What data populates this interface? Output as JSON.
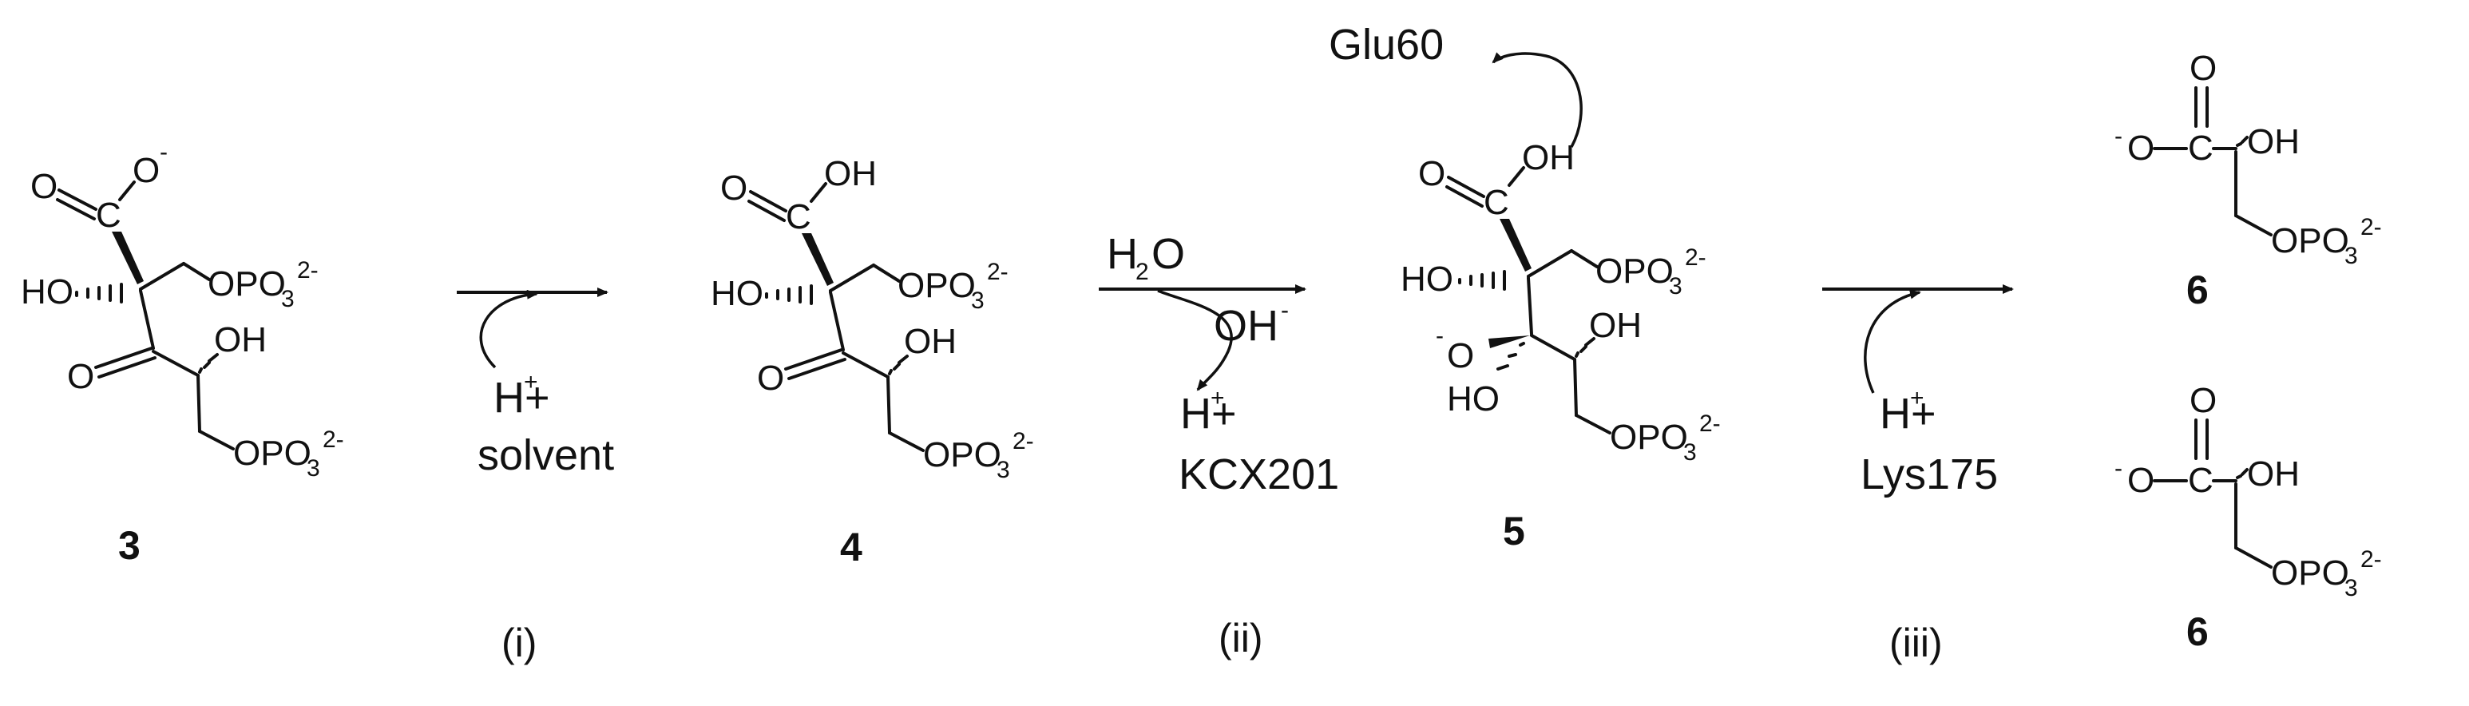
{
  "compound_labels": [
    "3",
    "4",
    "5",
    "6",
    "6"
  ],
  "steps": [
    {
      "label": "(i)",
      "reagents": [
        "H+",
        "solvent"
      ]
    },
    {
      "label": "(ii)",
      "reagents": [
        "H2O",
        "OH-",
        "H+",
        "KCX201"
      ]
    },
    {
      "label": "(iii)",
      "reagents": [
        "H+",
        "Lys175"
      ]
    }
  ],
  "residue_top": "Glu60",
  "atoms": {
    "O": "O",
    "C": "C",
    "OH": "OH",
    "HO": "HO",
    "OPO3": "OPO",
    "sub3": "3",
    "charge2m": "2-",
    "minus": "-",
    "H": "H",
    "plus": "+",
    "H2O_H": "H",
    "H2O_2": "2",
    "H2O_O": "O",
    "OHm_OH": "OH",
    "OHm_minus": "-"
  },
  "text": {
    "solvent": "solvent",
    "kcx": "KCX201",
    "lys": "Lys175",
    "glu": "Glu60"
  }
}
